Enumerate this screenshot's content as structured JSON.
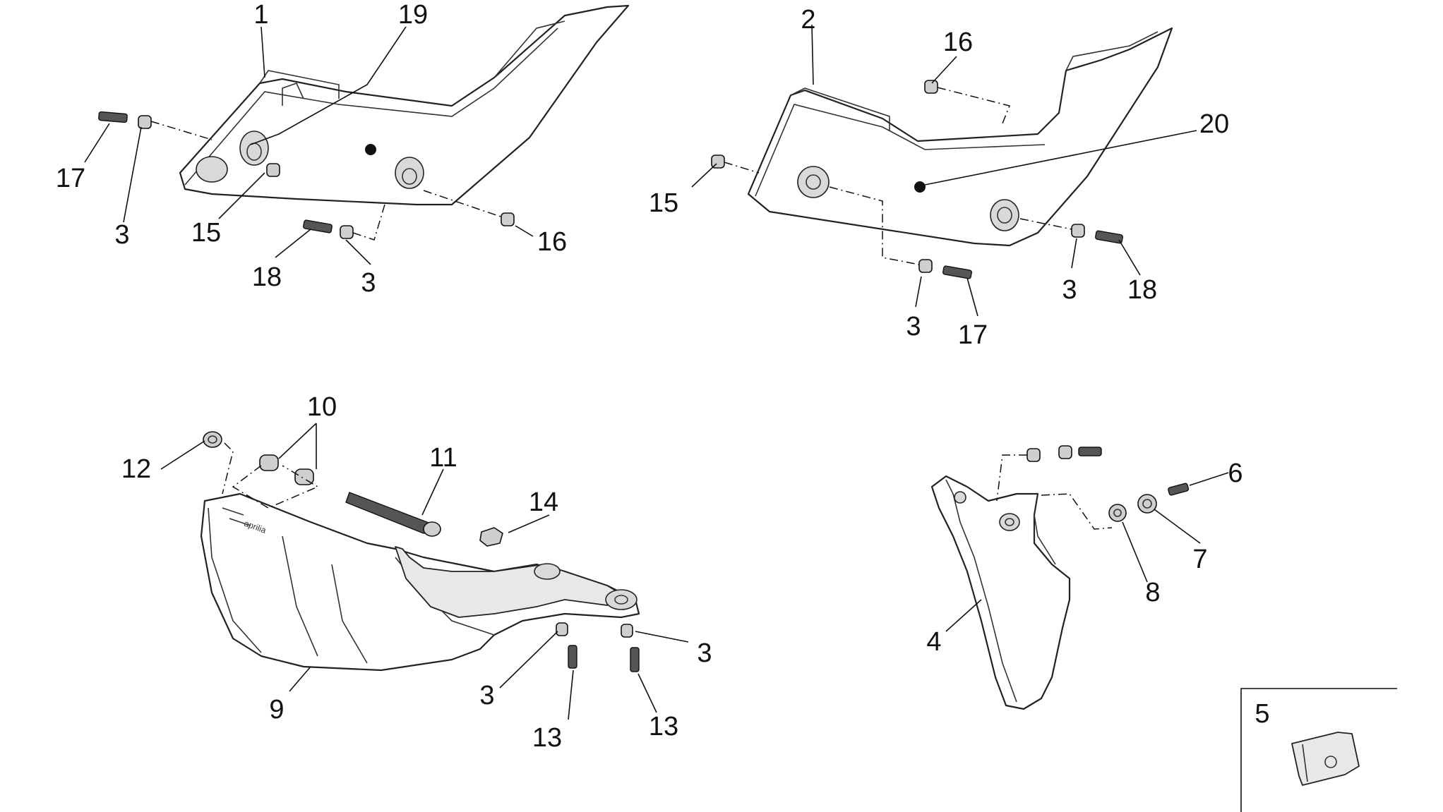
{
  "labels": {
    "l1": "1",
    "l19": "19",
    "l17a": "17",
    "l3a": "3",
    "l15a": "15",
    "l18a": "18",
    "l3b": "3",
    "l16a": "16",
    "l2": "2",
    "l16b": "16",
    "l20": "20",
    "l15b": "15",
    "l3c": "3",
    "l17b": "17",
    "l3d": "3",
    "l18b": "18",
    "l10": "10",
    "l12": "12",
    "l11": "11",
    "l14": "14",
    "l9": "9",
    "l3e": "3",
    "l3f": "3",
    "l13a": "13",
    "l13b": "13",
    "l6": "6",
    "l7": "7",
    "l8": "8",
    "l4": "4",
    "l5": "5"
  }
}
